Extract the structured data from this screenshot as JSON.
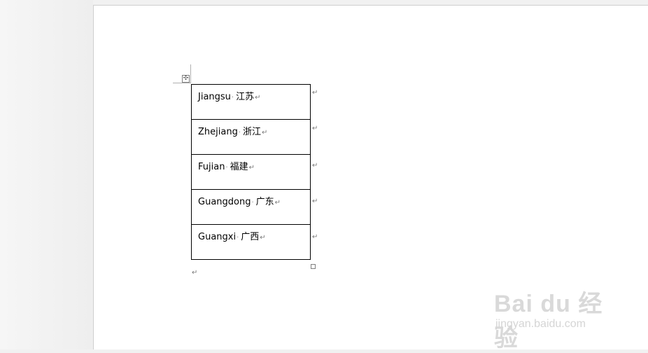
{
  "table": {
    "rows": [
      {
        "en": "Jiangsu",
        "zh": "江苏"
      },
      {
        "en": "Zhejiang",
        "zh": "浙江"
      },
      {
        "en": "Fujian",
        "zh": "福建"
      },
      {
        "en": "Guangdong",
        "zh": "广东"
      },
      {
        "en": "Guangxi",
        "zh": "广西"
      }
    ]
  },
  "marks": {
    "space_dot": "·",
    "paragraph_mark": "↵",
    "move_handle_glyph": "✣"
  },
  "watermark": {
    "main": "Bai du 经验",
    "sub": "jingyan.baidu.com"
  }
}
